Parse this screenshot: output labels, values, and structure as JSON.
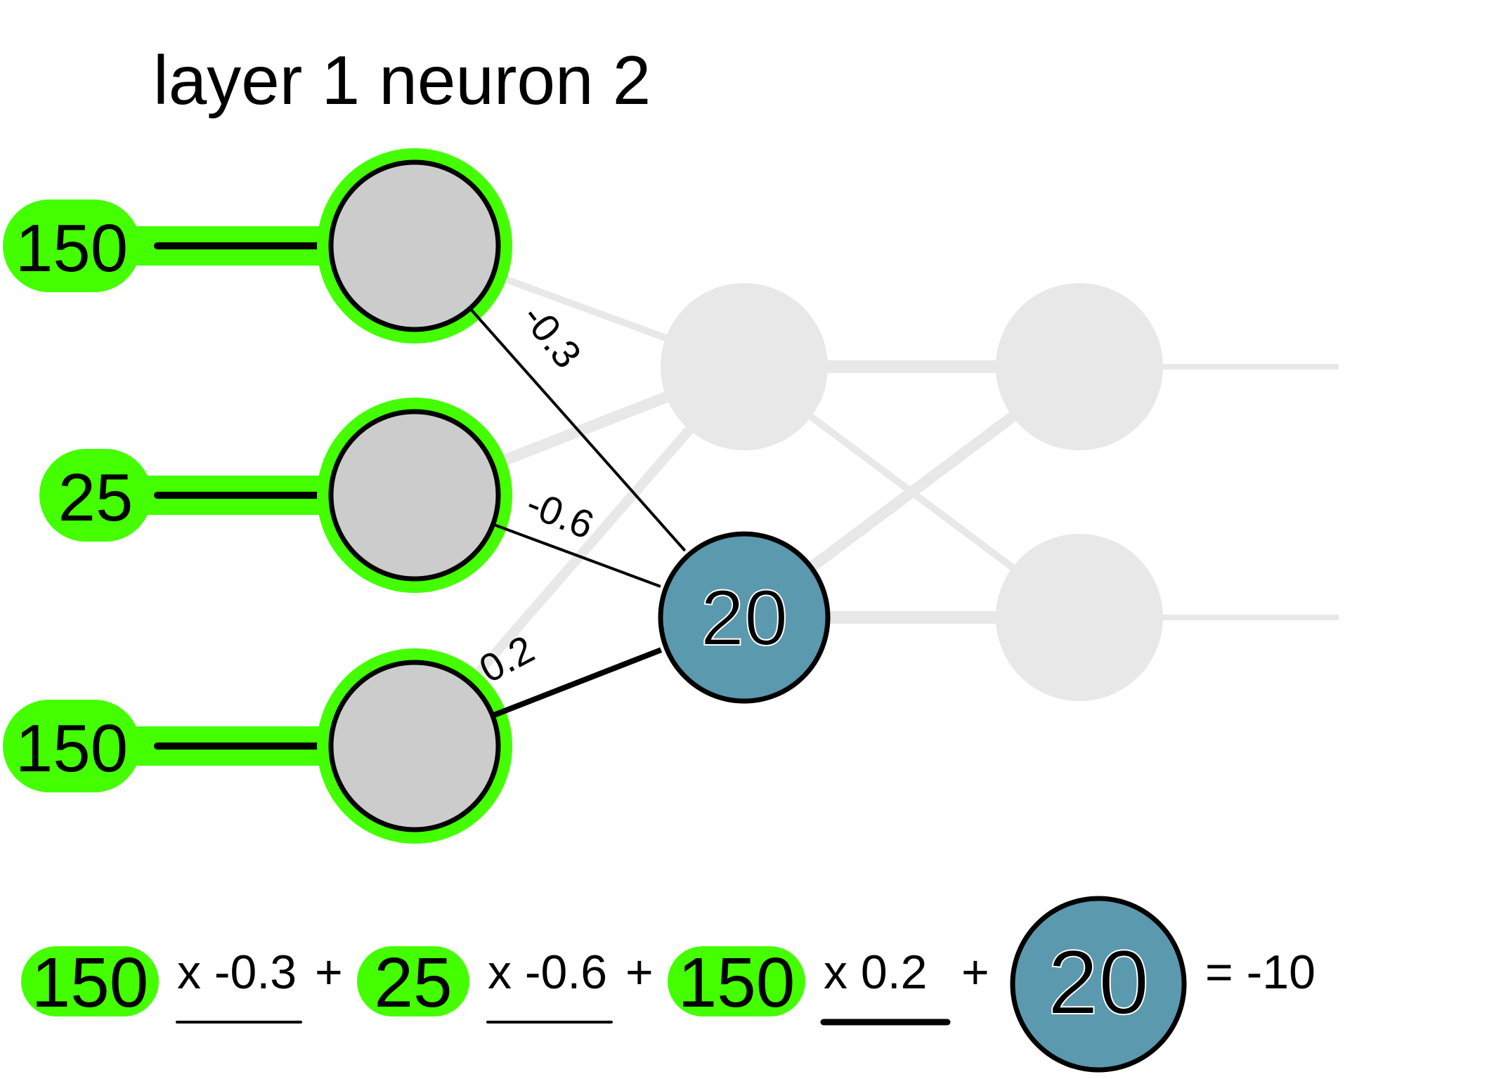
{
  "title": "layer 1 neuron 2",
  "colors": {
    "active_green": "#44ff00",
    "input_neuron_fill": "#cccccc",
    "inactive_fill": "#e8e8e8",
    "focus_neuron_fill": "#5b99ae",
    "stroke": "#000000"
  },
  "inputs": [
    {
      "value": "150"
    },
    {
      "value": "25"
    },
    {
      "value": "150"
    }
  ],
  "focus_neuron": {
    "layer": 1,
    "neuron": 2,
    "bias": "20"
  },
  "weights": [
    {
      "from_input": 1,
      "label": "-0.3",
      "value": -0.3
    },
    {
      "from_input": 2,
      "label": "-0.6",
      "value": -0.6
    },
    {
      "from_input": 3,
      "label": "0.2",
      "value": 0.2
    }
  ],
  "equation": {
    "terms": [
      {
        "input": "150",
        "multiplier": "x -0.3",
        "operator": "+"
      },
      {
        "input": "25",
        "multiplier": "x -0.6",
        "operator": "+"
      },
      {
        "input": "150",
        "multiplier": "x 0.2",
        "operator": "+"
      }
    ],
    "bias": "20",
    "result": "= -10"
  },
  "network": {
    "layers": [
      3,
      2,
      2
    ],
    "outputs": 2
  }
}
